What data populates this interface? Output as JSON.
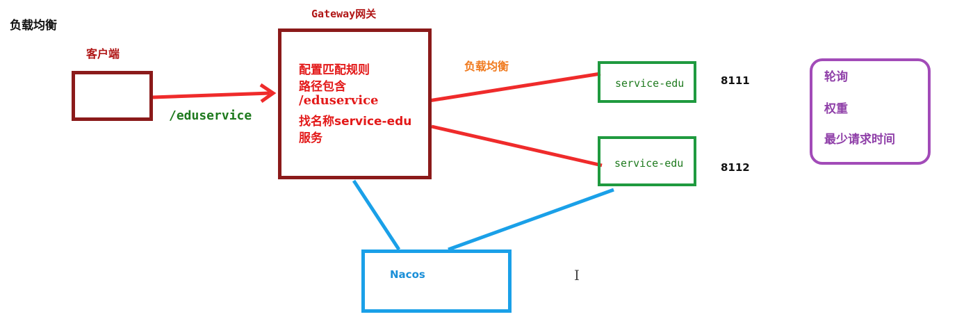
{
  "title": "负载均衡",
  "client": {
    "label": "客户端"
  },
  "request_path": "/eduservice",
  "gateway": {
    "title": "Gateway网关",
    "lines": [
      "配置匹配规则",
      "路径包含",
      "/eduservice",
      "找名称service-edu",
      "服务"
    ]
  },
  "load_balance_label": "负载均衡",
  "services": [
    {
      "name": "service-edu",
      "port": "8111"
    },
    {
      "name": "service-edu",
      "port": "8112"
    }
  ],
  "strategies": [
    "轮询",
    "权重",
    "最少请求时间"
  ],
  "registry": {
    "label": "Nacos"
  },
  "cursor_glyph": "I",
  "colors": {
    "client": "#8b1a1a",
    "gateway_text": "#e31a1a",
    "arrow": "#ef2b2b",
    "service": "#1f9a3f",
    "nacos": "#1aa0e8",
    "strategy": "#a24bb8",
    "load_balance": "#f07a1e"
  }
}
